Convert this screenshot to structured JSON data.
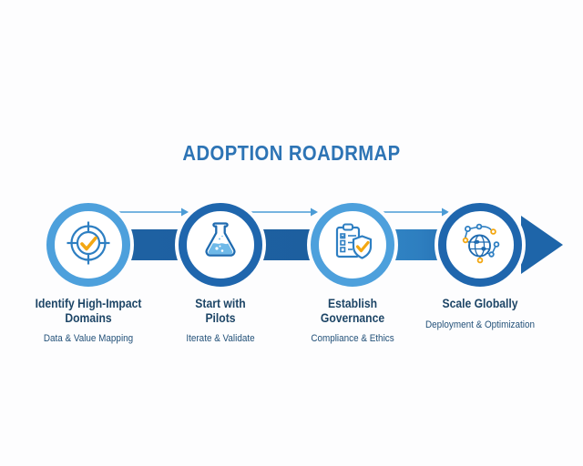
{
  "title": "ADOPTION ROADRMAP",
  "colors": {
    "title_blue": "#2d74b5",
    "ring_light": "#4da0dc",
    "ring_dark": "#1f66ad",
    "band_blue": "#1e65a9",
    "icon_blue": "#2e7fc2",
    "icon_dark_blue": "#1f6bb0",
    "accent_yellow": "#f3a712",
    "text_navy": "#1d4566",
    "text_navy_soft": "#235179",
    "connector_blue": "#4a9bd6"
  },
  "steps": [
    {
      "title": "Identify High-Impact\nDomains",
      "subtitle": "Data & Value Mapping",
      "icon": "target-check-icon",
      "ring": "light"
    },
    {
      "title": "Start with\nPilots",
      "subtitle": "Iterate & Validate",
      "icon": "flask-icon",
      "ring": "dark"
    },
    {
      "title": "Establish\nGovernance",
      "subtitle": "Compliance & Ethics",
      "icon": "clipboard-shield-icon",
      "ring": "light"
    },
    {
      "title": "Scale Globally",
      "subtitle": "Deployment & Optimization",
      "icon": "globe-network-icon",
      "ring": "dark"
    }
  ]
}
